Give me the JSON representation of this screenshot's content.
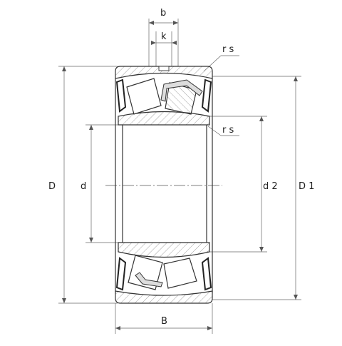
{
  "labels": {
    "b": "b",
    "k": "k",
    "rs_top": "r s",
    "rs_inner": "r s",
    "D": "D",
    "d": "d",
    "d2": "d 2",
    "D1": "D 1",
    "B": "B"
  },
  "colors": {
    "line": "#333333",
    "dim": "#555555",
    "hatch": "#888888",
    "seal": "#222222",
    "background": "#ffffff"
  }
}
